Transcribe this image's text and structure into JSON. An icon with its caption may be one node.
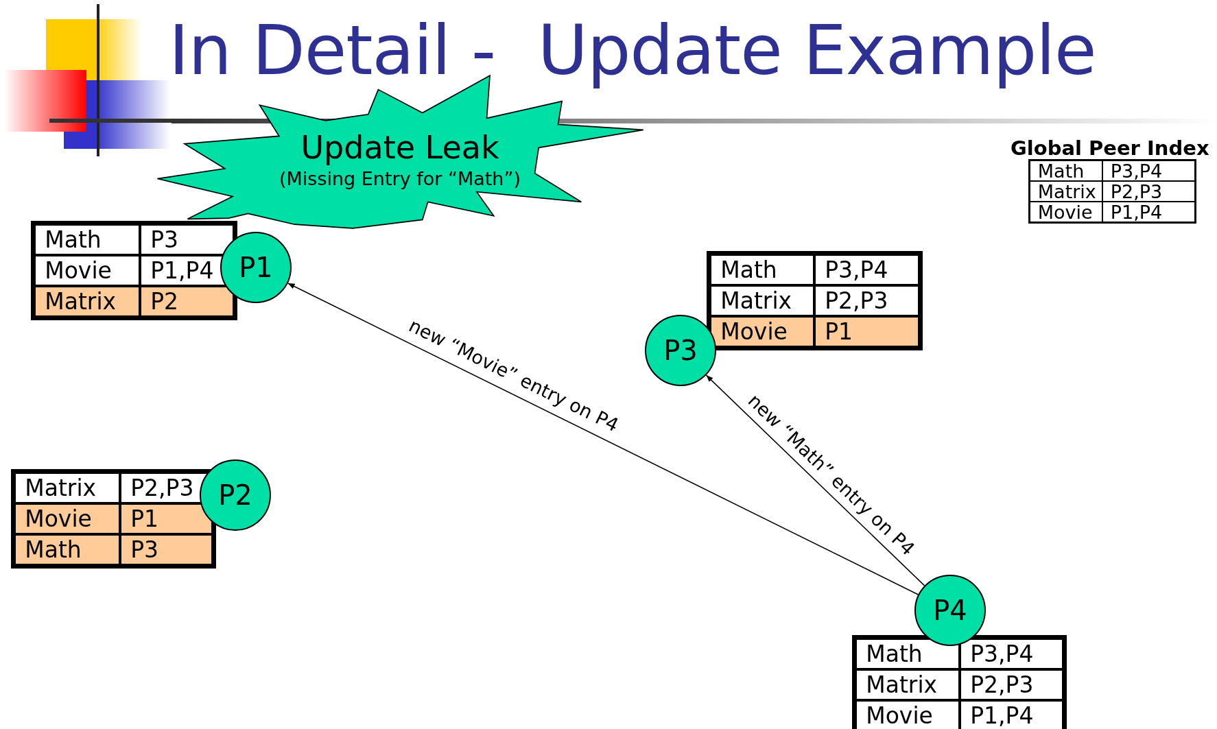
{
  "diagram": {
    "title": "In Detail -  Update Example",
    "nodes": [
      {
        "text": [
          "Update Leak",
          "(Missing Entry for “Math”)"
        ]
      },
      {
        "text": [
          "P1"
        ]
      },
      {
        "text": [
          "P3"
        ]
      },
      {
        "text": [
          "P2"
        ]
      },
      {
        "text": [
          "P4"
        ]
      }
    ],
    "edges": [
      {
        "from": 4,
        "to": 1,
        "arrow": "to",
        "label": "new “Movie” entry on P4"
      },
      {
        "from": 4,
        "to": 2,
        "arrow": "to",
        "label": "new “Math” entry on P4"
      }
    ],
    "labels": [
      "Global Peer Index",
      "Math",
      "P3,P4",
      "Matrix",
      "P2,P3",
      "Movie",
      "P1,P4",
      "Math",
      "P3",
      "Movie",
      "P1,P4",
      "Matrix",
      "P2",
      "Math",
      "P3,P4",
      "Matrix",
      "P2,P3",
      "Movie",
      "P1",
      "Matrix",
      "P2,P3",
      "Movie",
      "P1",
      "Math",
      "P3",
      "Math",
      "P3,P4",
      "Matrix",
      "P2,P3",
      "Movie",
      "P1,P4"
    ]
  }
}
